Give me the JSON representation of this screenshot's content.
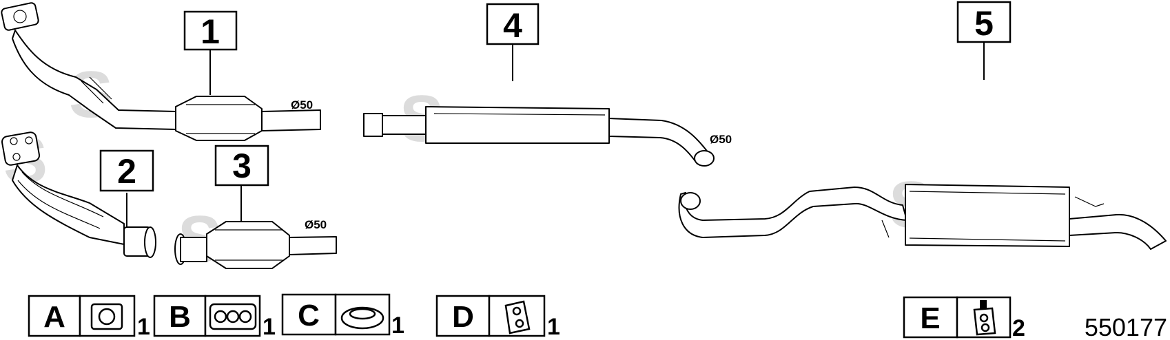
{
  "callouts": [
    {
      "id": "1"
    },
    {
      "id": "2"
    },
    {
      "id": "3"
    },
    {
      "id": "4"
    },
    {
      "id": "5"
    }
  ],
  "diameter_labels": [
    "Ø50",
    "Ø50",
    "Ø50"
  ],
  "watermark": "S",
  "legend": [
    {
      "letter": "A",
      "qty": "1",
      "icon": "square-gasket-icon"
    },
    {
      "letter": "B",
      "qty": "1",
      "icon": "triple-port-gasket-icon"
    },
    {
      "letter": "C",
      "qty": "1",
      "icon": "ring-seal-icon"
    },
    {
      "letter": "D",
      "qty": "1",
      "icon": "rubber-hanger-icon"
    },
    {
      "letter": "E",
      "qty": "2",
      "icon": "mounting-hanger-icon"
    }
  ],
  "part_number": "550177"
}
